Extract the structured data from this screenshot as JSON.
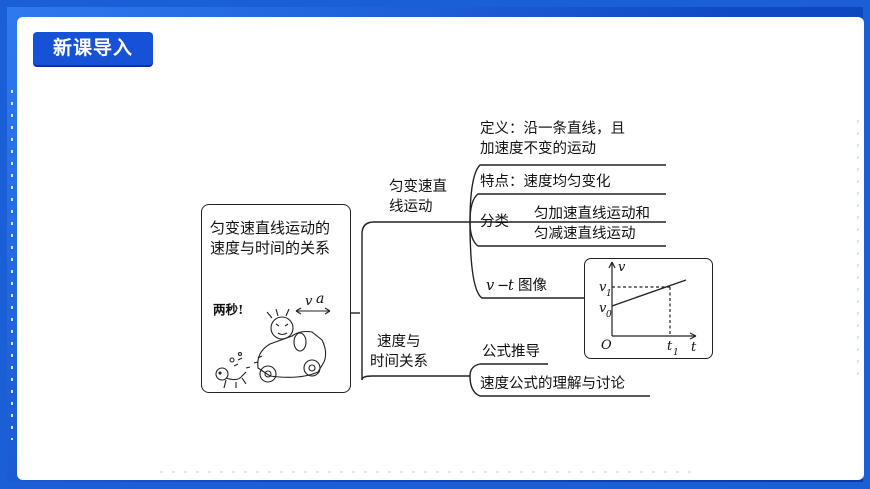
{
  "header": {
    "tag_label": "新课导入"
  },
  "mindmap": {
    "root": {
      "line1": "匀变速直线运动的",
      "line2": "速度与时间的关系"
    },
    "cartoon": {
      "caption": "两秒!",
      "v_label": "v",
      "a_label": "a"
    },
    "branch1": {
      "label_line1": "匀变速直",
      "label_line2": "线运动",
      "definition": {
        "line1": "定义：沿一条直线，且",
        "line2": "加速度不变的运动"
      },
      "feature": "特点：速度均匀变化",
      "classification": {
        "label": "分类",
        "line1": "匀加速直线运动和",
        "line2": "匀减速直线运动"
      },
      "vt_graph": {
        "label_v": "v",
        "label_dash": "−",
        "label_t": "t",
        "label_text": "图像"
      }
    },
    "branch2": {
      "label_line1": "速度与",
      "label_line2": "时间关系",
      "item1": "公式推导",
      "item2": "速度公式的理解与讨论"
    }
  },
  "graph": {
    "axis_v": "v",
    "axis_t": "t",
    "origin": "O",
    "v1": "v",
    "v1_sub": "1",
    "v0": "v",
    "v0_sub": "0",
    "t1": "t",
    "t1_sub": "1"
  }
}
